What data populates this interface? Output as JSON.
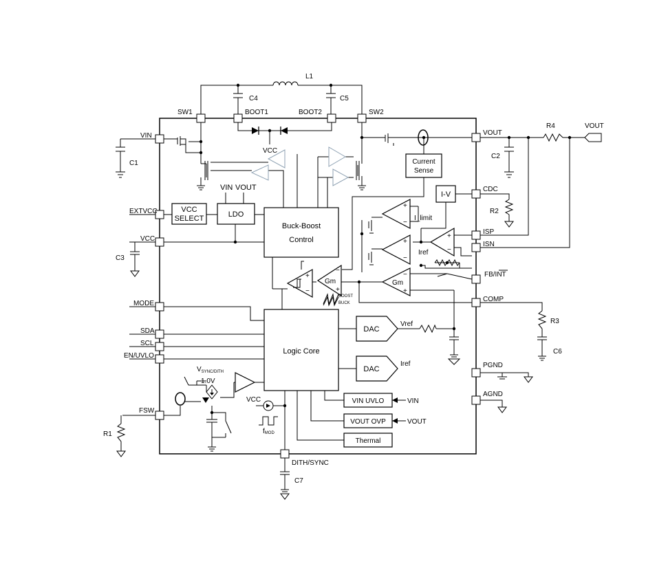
{
  "pins": {
    "vin": "VIN",
    "sw1": "SW1",
    "boot1": "BOOT1",
    "boot2": "BOOT2",
    "sw2": "SW2",
    "vout": "VOUT",
    "cdc": "CDC",
    "isp": "ISP",
    "isn": "ISN",
    "fb_int": "FB/INT",
    "comp": "COMP",
    "pgnd": "PGND",
    "agnd": "AGND",
    "extvcc": "EXTVCC",
    "vcc": "VCC",
    "mode": "MODE",
    "sda": "SDA",
    "scl": "SCL",
    "en_uvlo": "EN/UVLO",
    "fsw": "FSW",
    "dith_sync": "DITH/SYNC"
  },
  "components": {
    "l1": "L1",
    "c1": "C1",
    "c2": "C2",
    "c3": "C3",
    "c4": "C4",
    "c5": "C5",
    "c6": "C6",
    "c7": "C7",
    "r1": "R1",
    "r2": "R2",
    "r3": "R3",
    "r4": "R4",
    "vout_ext": "VOUT"
  },
  "blocks": {
    "vcc_select_1": "VCC",
    "vcc_select_2": "SELECT",
    "ldo": "LDO",
    "ldo_in_vin": "VIN",
    "ldo_in_vout": "VOUT",
    "buck_boost_1": "Buck-Boost",
    "buck_boost_2": "Control",
    "current_sense_1": "Current",
    "current_sense_2": "Sense",
    "i_v": "I-V",
    "logic_core": "Logic Core",
    "dac_vref": "DAC",
    "dac_iref": "DAC",
    "vin_uvlo": "VIN UVLO",
    "vout_ovp": "VOUT OVP",
    "thermal": "Thermal"
  },
  "labels": {
    "vcc_driver": "VCC",
    "i_limit": "I_limit",
    "iref_amp": "Iref",
    "gm_1": "Gm",
    "gm_2": "Gm",
    "boost": "BOOST",
    "buck": "BUCK",
    "vref": "Vref",
    "iref_dac": "Iref",
    "vin_arrow": "VIN",
    "vout_arrow": "VOUT",
    "vsync_main": "V",
    "vsync_sub": "SYNC/DITH",
    "one_volt": "1.0V",
    "vcc_src": "VCC",
    "fmod_main": "f",
    "fmod_sub": "MOD",
    "plus": "+",
    "minus": "−"
  }
}
